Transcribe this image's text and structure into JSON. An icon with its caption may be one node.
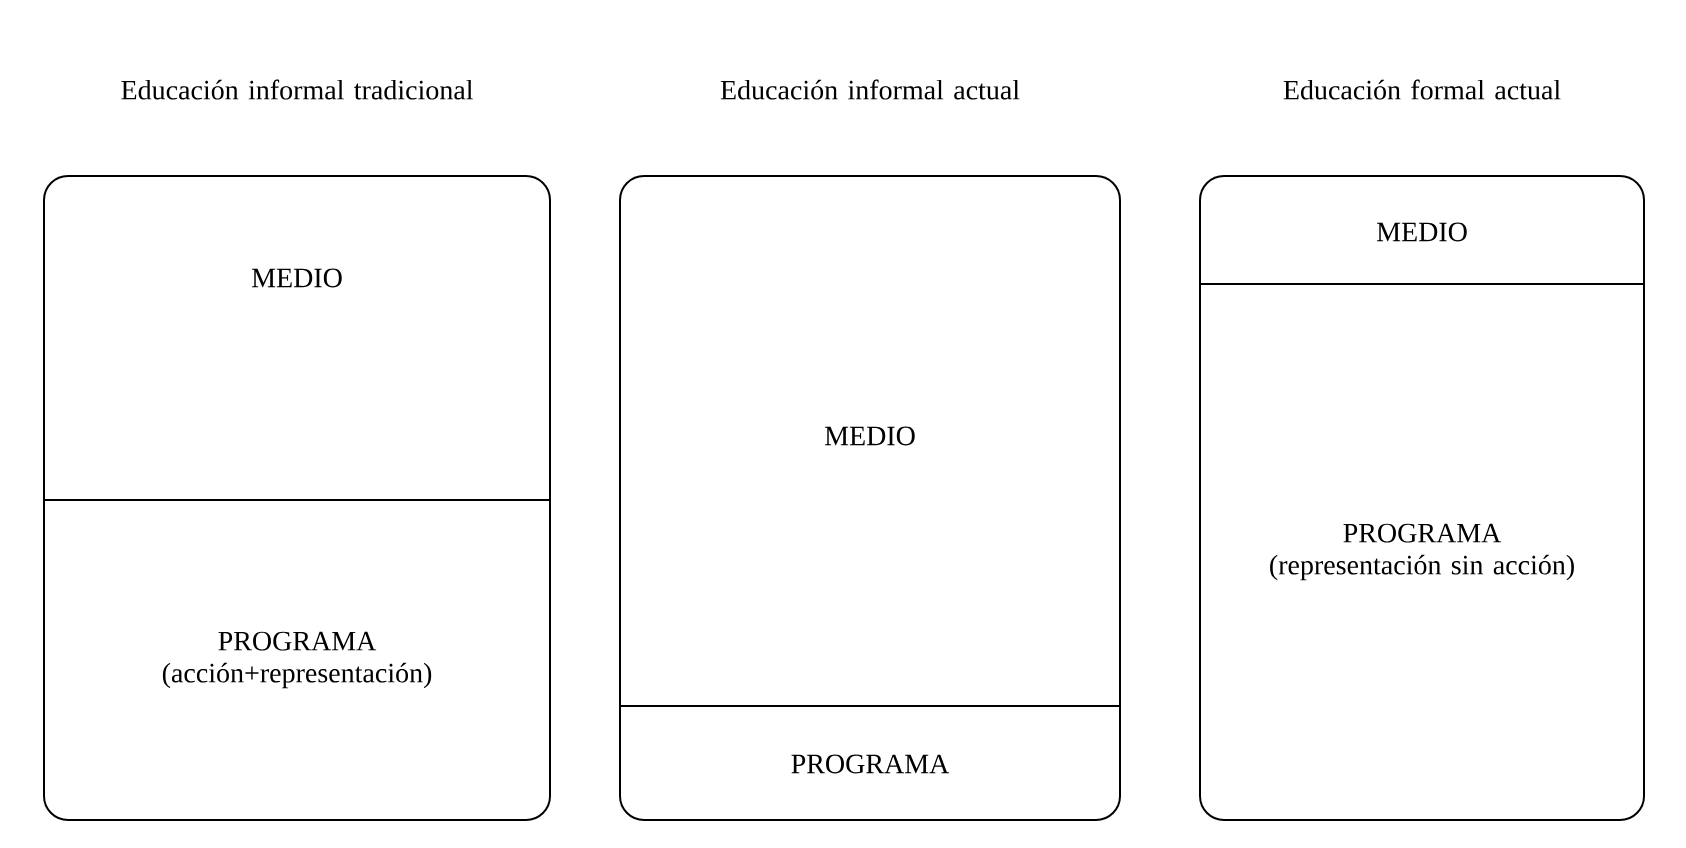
{
  "diagram": {
    "nodes": [
      {
        "text": [
          "Educación informal tradicional"
        ]
      },
      {
        "text": [
          "MEDIO"
        ],
        "in": 0
      },
      {
        "text": [
          "PROGRAMA",
          "(acción+representación)"
        ],
        "in": 0
      },
      {
        "text": [
          "Educación informal actual"
        ]
      },
      {
        "text": [
          "MEDIO"
        ],
        "in": 3
      },
      {
        "text": [
          "PROGRAMA"
        ],
        "in": 3
      },
      {
        "text": [
          "Educación formal actual"
        ]
      },
      {
        "text": [
          "MEDIO"
        ],
        "in": 6
      },
      {
        "text": [
          "PROGRAMA",
          "(representación sin acción)"
        ],
        "in": 6
      }
    ]
  }
}
